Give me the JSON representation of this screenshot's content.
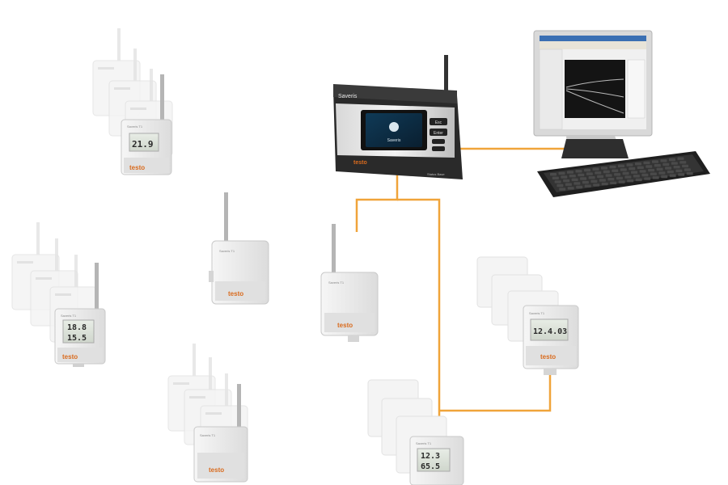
{
  "base_station": {
    "brand": "Saveris",
    "screen_text": "Saveris",
    "button_1": "Esc",
    "button_2": "Enter",
    "footer": "Status Base"
  },
  "probes": {
    "brand_small": "Saveris T1"
  },
  "readings": {
    "group_a": "21.9",
    "group_b_top": "18.8",
    "group_b_bottom": "15.5",
    "group_e": "12.4.03",
    "group_f_top": "12.3",
    "group_f_bottom": "65.5"
  },
  "colors": {
    "connection": "#f0a43a",
    "housing": "#e9e9e9",
    "housing_edge": "#c9c9c9",
    "antenna": "#b8b8b8",
    "logo": "#d96b1e"
  }
}
